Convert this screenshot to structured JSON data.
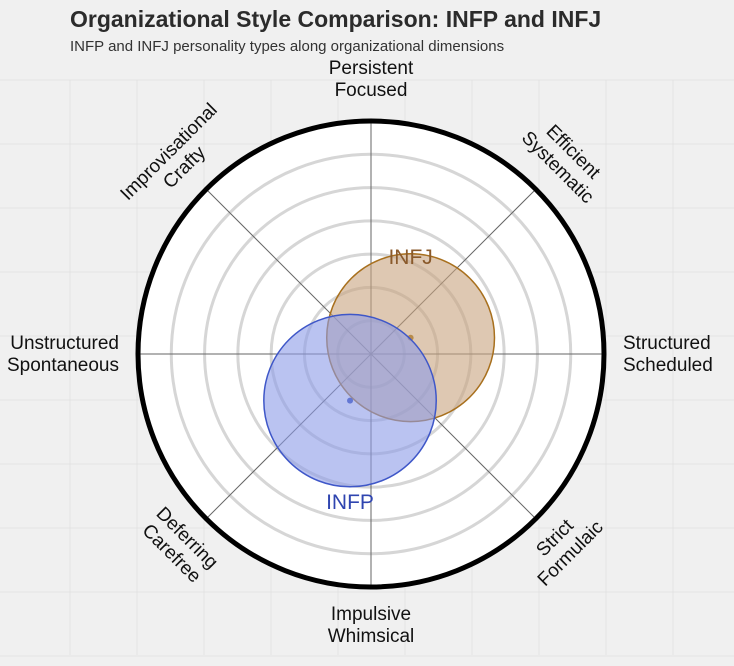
{
  "title": "Organizational Style Comparison: INFP and INFJ",
  "subtitle": "INFP and INFJ personality types along organizational dimensions",
  "chart_data": {
    "type": "polar-bubble",
    "grid": true,
    "rings": 6,
    "axes": [
      {
        "lines": [
          "Persistent",
          "Focused"
        ]
      },
      {
        "lines": [
          "Efficient",
          "Systematic"
        ]
      },
      {
        "lines": [
          "Structured",
          "Scheduled"
        ]
      },
      {
        "lines": [
          "Strict",
          "Formulaic"
        ]
      },
      {
        "lines": [
          "Impulsive",
          "Whimsical"
        ]
      },
      {
        "lines": [
          "Deferring",
          "Carefree"
        ]
      },
      {
        "lines": [
          "Unstructured",
          "Spontaneous"
        ]
      },
      {
        "lines": [
          "Improvisational",
          "Crafty"
        ]
      }
    ],
    "series": [
      {
        "name": "INFJ",
        "center": {
          "x": 0.17,
          "y": 0.07
        },
        "spread": 0.36,
        "fill": "#c8a47e",
        "stroke": "#a8701e",
        "text": "#8a5a2b"
      },
      {
        "name": "INFP",
        "center": {
          "x": -0.09,
          "y": -0.2
        },
        "spread": 0.37,
        "fill": "#8c9be8",
        "stroke": "#3f57c8",
        "text": "#2f45b0"
      }
    ]
  }
}
